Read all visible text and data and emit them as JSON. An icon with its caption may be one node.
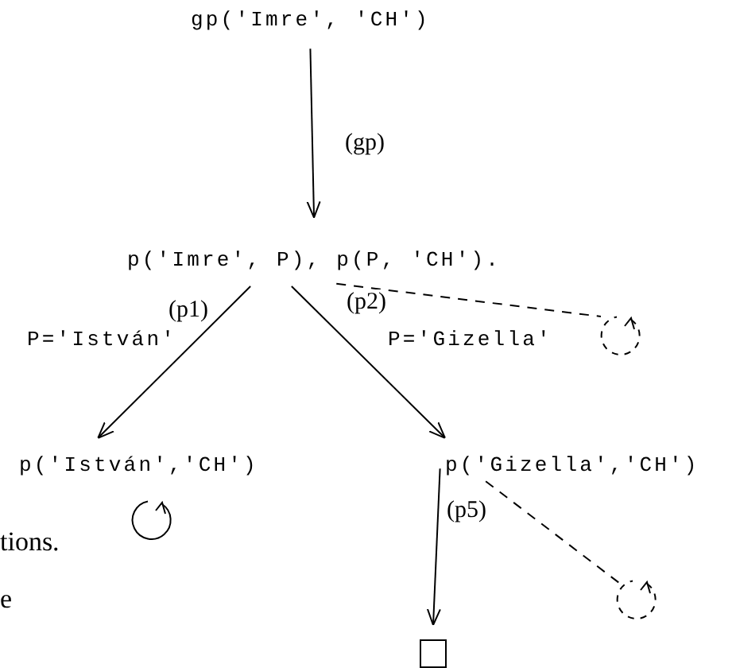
{
  "diagram": {
    "nodes": [
      {
        "text": [
          "gp('Imre', 'CH')"
        ]
      },
      {
        "text": [
          "p('Imre', P), p(P, 'CH')."
        ]
      },
      {
        "text": [
          "p('István','CH')"
        ]
      },
      {
        "text": [
          "p('Gizella','CH')"
        ]
      },
      {
        "text": [],
        "shape": "box"
      },
      {
        "text": [],
        "shape": "circle"
      },
      {
        "text": [],
        "shape": "circle"
      }
    ],
    "edges": [
      {
        "from": 0,
        "to": 1,
        "arrow": "to",
        "label": "(gp)"
      },
      {
        "from": 1,
        "to": 2,
        "arrow": "to",
        "label": "(p1)"
      },
      {
        "from": 1,
        "to": 3,
        "arrow": "to",
        "label": "(p2)"
      },
      {
        "from": 1,
        "to": 5,
        "arrow": "none",
        "style": "dashed"
      },
      {
        "from": 3,
        "to": 4,
        "arrow": "to",
        "label": "(p5)"
      },
      {
        "from": 3,
        "to": 6,
        "arrow": "none",
        "style": "dashed"
      }
    ],
    "labels": [
      "P='István'",
      "P='Gizella'",
      "tions.",
      "e"
    ]
  }
}
